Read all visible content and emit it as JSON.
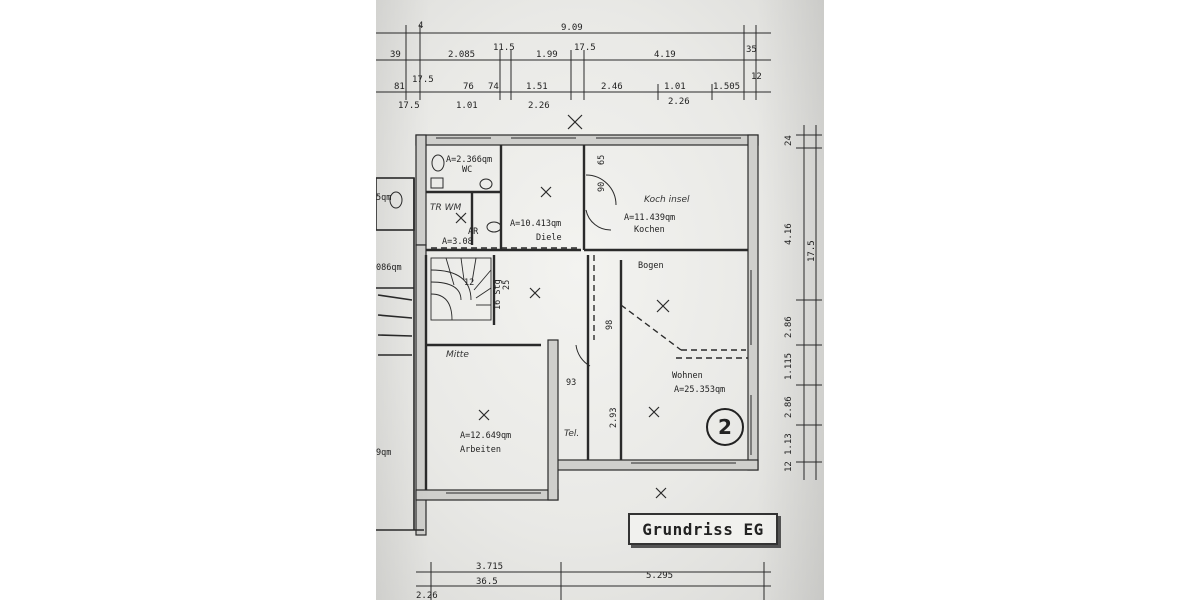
{
  "plan": {
    "title": "Grundriss EG",
    "unit_number": "2",
    "top_dims": {
      "row1": [
        "4",
        "9.09"
      ],
      "row2": [
        "39",
        "2.085",
        "11.5",
        "1.99",
        "17.5",
        "4.19",
        "35"
      ],
      "row3": [
        "81",
        "17.5",
        "76",
        "74",
        "1.51",
        "2.46",
        "1.01",
        "1.505",
        "12"
      ],
      "row4": [
        "17.5",
        "1.01",
        "2.26",
        "2.26"
      ]
    },
    "right_dims": [
      "24",
      "4.16",
      "17.5",
      "2.86",
      "1.115",
      "2.86",
      "1.13",
      "12"
    ],
    "bottom_dims": [
      "3.715",
      "5.295",
      "36.5",
      "2.26"
    ],
    "rooms": [
      {
        "name": "WC",
        "area": "A=2.366qm"
      },
      {
        "name": "Diele",
        "area": "A=10.413qm"
      },
      {
        "name": "Kochen",
        "area": "A=11.439qm"
      },
      {
        "name": "AR",
        "area": "A=3.08"
      },
      {
        "name": "Wohnen",
        "area": "A=25.353qm"
      },
      {
        "name": "Arbeiten",
        "area": "A=12.649qm"
      }
    ],
    "labels": {
      "bogen": "Bogen",
      "stairs_steps": "16 Stg",
      "stairs_tread": "25",
      "stair_no": "12",
      "door_93": "93",
      "wall_2_93": "2.93",
      "dim_65": "65",
      "dim_90": "90",
      "dim_98": "98",
      "left_fragment_sqm": "5qm",
      "left_fragment_086": "086qm",
      "left_fragment_9qm": "9qm"
    },
    "handwritten": {
      "tr_wm": "TR WM",
      "kochinsel": "Koch insel",
      "mitte": "Mitte",
      "tel": "Tel."
    }
  }
}
